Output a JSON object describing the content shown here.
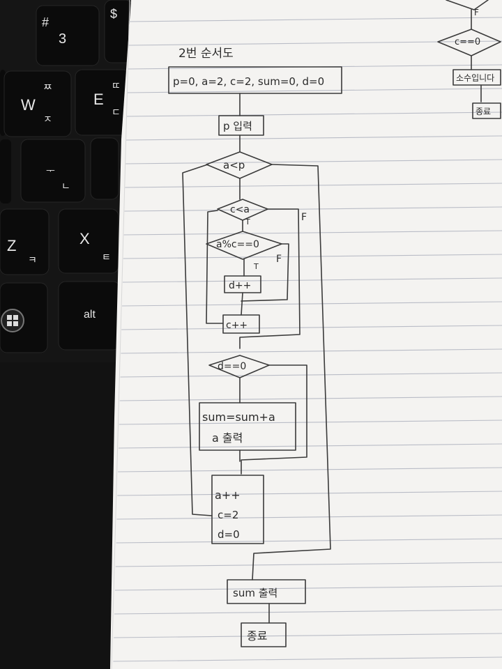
{
  "keyboard": {
    "keys": [
      {
        "id": "3",
        "main": "3",
        "shift": "#"
      },
      {
        "id": "4",
        "main": "",
        "shift": "$"
      },
      {
        "id": "w",
        "main": "W",
        "shift": "ㅉ",
        "korean": "ㅈ"
      },
      {
        "id": "e",
        "main": "E",
        "shift": "ㄸ",
        "korean": "ㄷ"
      },
      {
        "id": "s",
        "main": "",
        "korean": "ㄴ"
      },
      {
        "id": "z",
        "main": "Z",
        "korean": "ㅋ"
      },
      {
        "id": "x",
        "main": "X",
        "korean": "ㅌ"
      },
      {
        "id": "alt",
        "main": "alt"
      }
    ]
  },
  "notebook": {
    "heading": "2번 순서도",
    "init": "p=0, a=2, c=2, sum=0, d=0",
    "input_p": "p 입력",
    "cond_a_lt_p": "a<p",
    "cond_c_lt_a": "c<a",
    "cond_mod": "a%c==0",
    "d_inc": "d++",
    "c_inc": "c++",
    "cond_d": "d==0",
    "sum_add": "sum=sum+a",
    "print_a": "a 출력",
    "a_inc": "a++",
    "c_reset": "c=2",
    "d_reset": "d=0",
    "print_sum": "sum 출력",
    "end": "종료",
    "t": "T",
    "f": "F",
    "corner_f": "F",
    "corner_cond": "c==0",
    "corner_box": "소수입니다",
    "corner_end": "종료"
  }
}
